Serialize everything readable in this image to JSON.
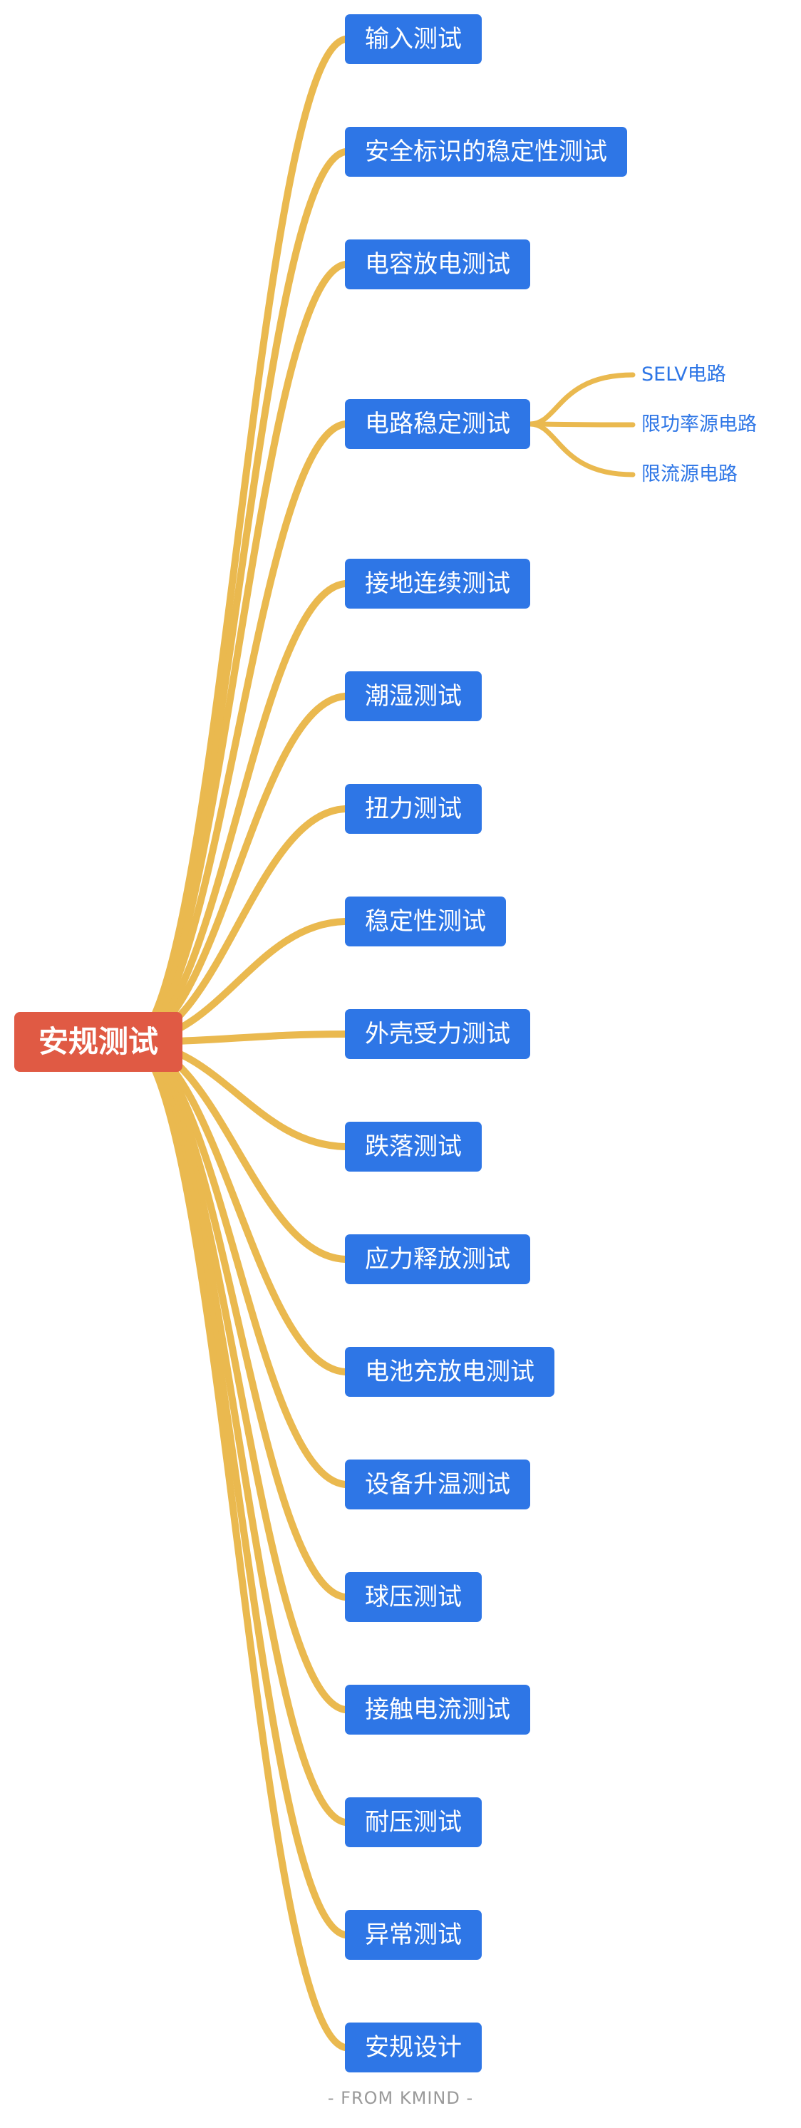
{
  "colors": {
    "root_bg": "#e05a44",
    "node_bg": "#2e76e6",
    "link": "#eab94f",
    "leaf_text": "#2e76e6"
  },
  "root": {
    "label": "安规测试"
  },
  "children": [
    {
      "label": "输入测试"
    },
    {
      "label": "安全标识的稳定性测试"
    },
    {
      "label": "电容放电测试"
    },
    {
      "label": "电路稳定测试",
      "children": [
        {
          "label": "SELV电路"
        },
        {
          "label": "限功率源电路"
        },
        {
          "label": "限流源电路"
        }
      ]
    },
    {
      "label": "接地连续测试"
    },
    {
      "label": "潮湿测试"
    },
    {
      "label": "扭力测试"
    },
    {
      "label": "稳定性测试"
    },
    {
      "label": "外壳受力测试"
    },
    {
      "label": "跌落测试"
    },
    {
      "label": "应力释放测试"
    },
    {
      "label": "电池充放电测试"
    },
    {
      "label": "设备升温测试"
    },
    {
      "label": "球压测试"
    },
    {
      "label": "接触电流测试"
    },
    {
      "label": "耐压测试"
    },
    {
      "label": "异常测试"
    },
    {
      "label": "安规设计"
    }
  ],
  "footer": "- FROM KMIND -"
}
